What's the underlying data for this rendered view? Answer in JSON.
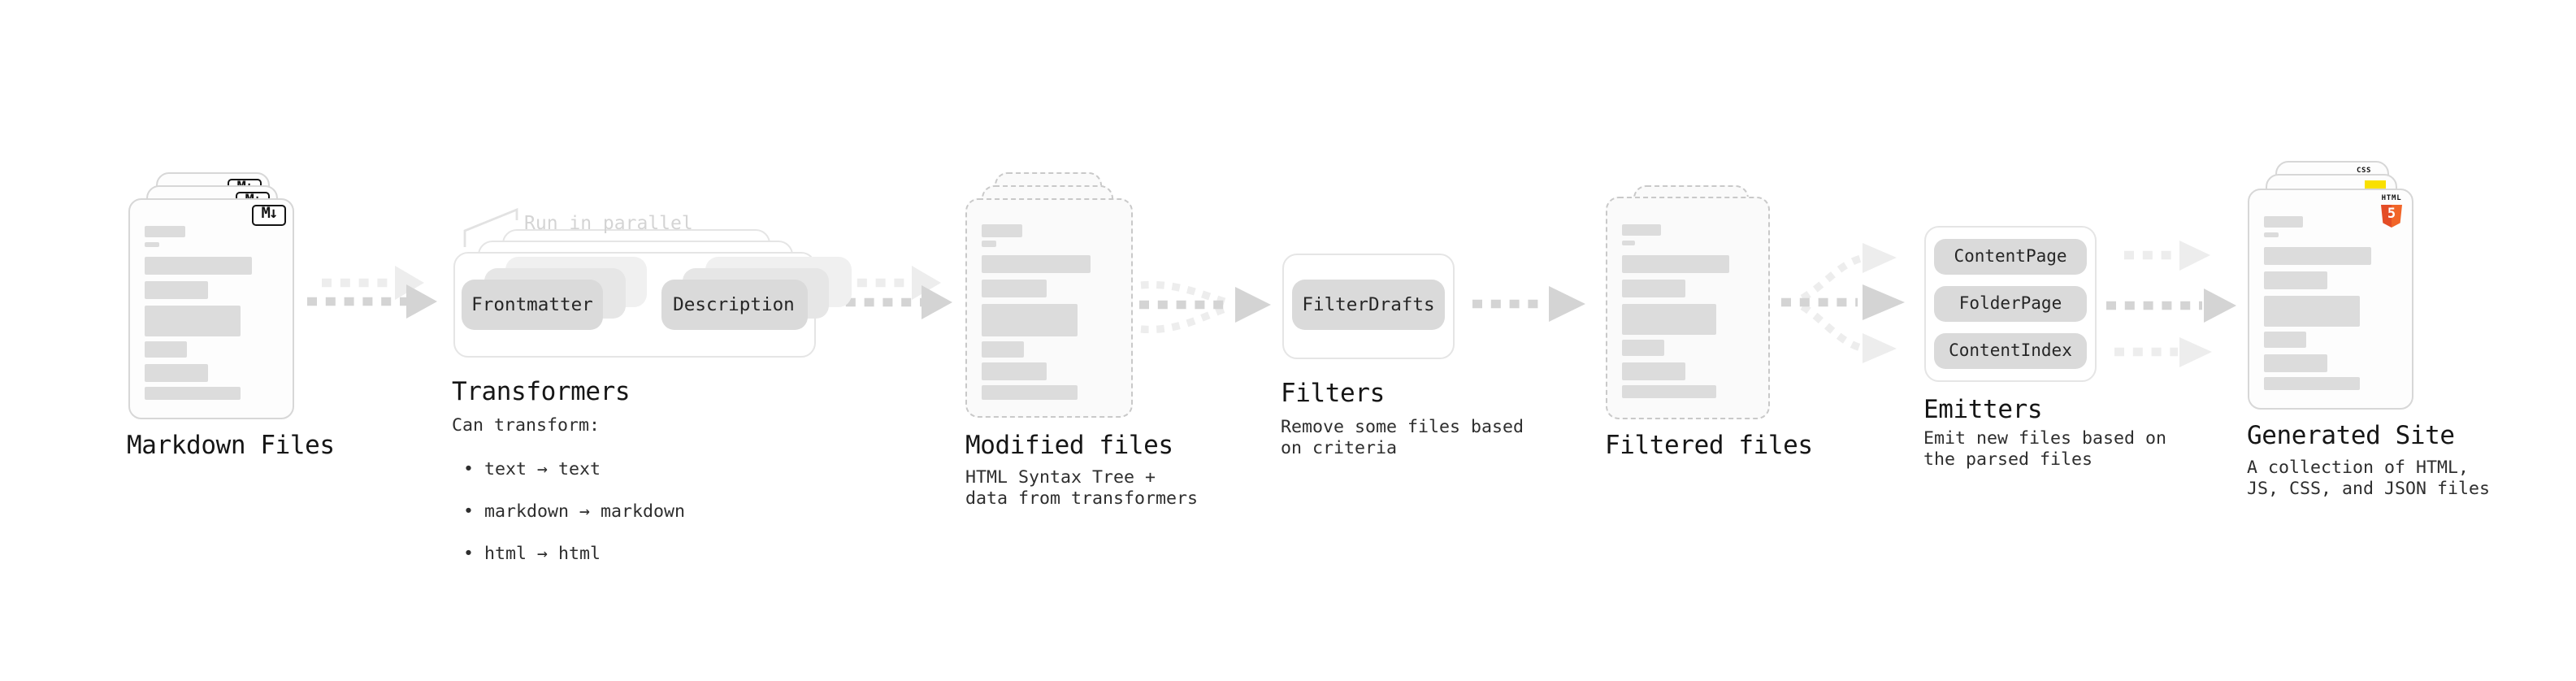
{
  "stages": {
    "markdown_files": {
      "title": "Markdown Files",
      "badge_label": "M↓"
    },
    "transformers": {
      "title": "Transformers",
      "annotation": "Run in parallel",
      "source_pill": "Frontmatter",
      "target_pill": "Description",
      "body_heading": "Can transform:",
      "bullets": [
        "• text → text",
        "• markdown → markdown",
        "• html → html"
      ]
    },
    "modified_files": {
      "title": "Modified files",
      "subtitle": "HTML Syntax Tree +\ndata from transformers"
    },
    "filters": {
      "title": "Filters",
      "pill": "FilterDrafts",
      "subtitle": "Remove some files based\non criteria"
    },
    "filtered_files": {
      "title": "Filtered files"
    },
    "emitters": {
      "title": "Emitters",
      "pills": [
        "ContentPage",
        "FolderPage",
        "ContentIndex"
      ],
      "subtitle": "Emit new files based on\nthe parsed files"
    },
    "generated_site": {
      "title": "Generated Site",
      "subtitle": "A collection of HTML,\nJS, CSS, and JSON files",
      "html5_badge": {
        "word": "HTML",
        "numeral": "5"
      },
      "css_badge": {
        "word": "CSS"
      }
    }
  },
  "doc_bars": [
    {
      "w": 30,
      "h": 7.5,
      "mt": 15.5
    },
    {
      "w": 11,
      "h": 3.5,
      "mt": 2.5
    },
    {
      "w": 81,
      "h": 11,
      "mt": 5.5
    },
    {
      "w": 48,
      "h": 11,
      "mt": 4
    },
    {
      "w": 72,
      "h": 19.5,
      "mt": 4
    },
    {
      "w": 32,
      "h": 10,
      "mt": 3
    },
    {
      "w": 48,
      "h": 11,
      "mt": 3.5
    },
    {
      "w": 72,
      "h": 8.5,
      "mt": 3
    }
  ],
  "colors": {
    "arrow_dark": "#d4d4d4",
    "arrow_light": "#ededed",
    "pill_bg": "#dadada",
    "doc_bar": "#dcdcdc",
    "annotation_gray": "#d4d4d4",
    "html5_orange": "#e44d26",
    "js_yellow": "#f9e000",
    "css_blue": "#2b63e8"
  }
}
